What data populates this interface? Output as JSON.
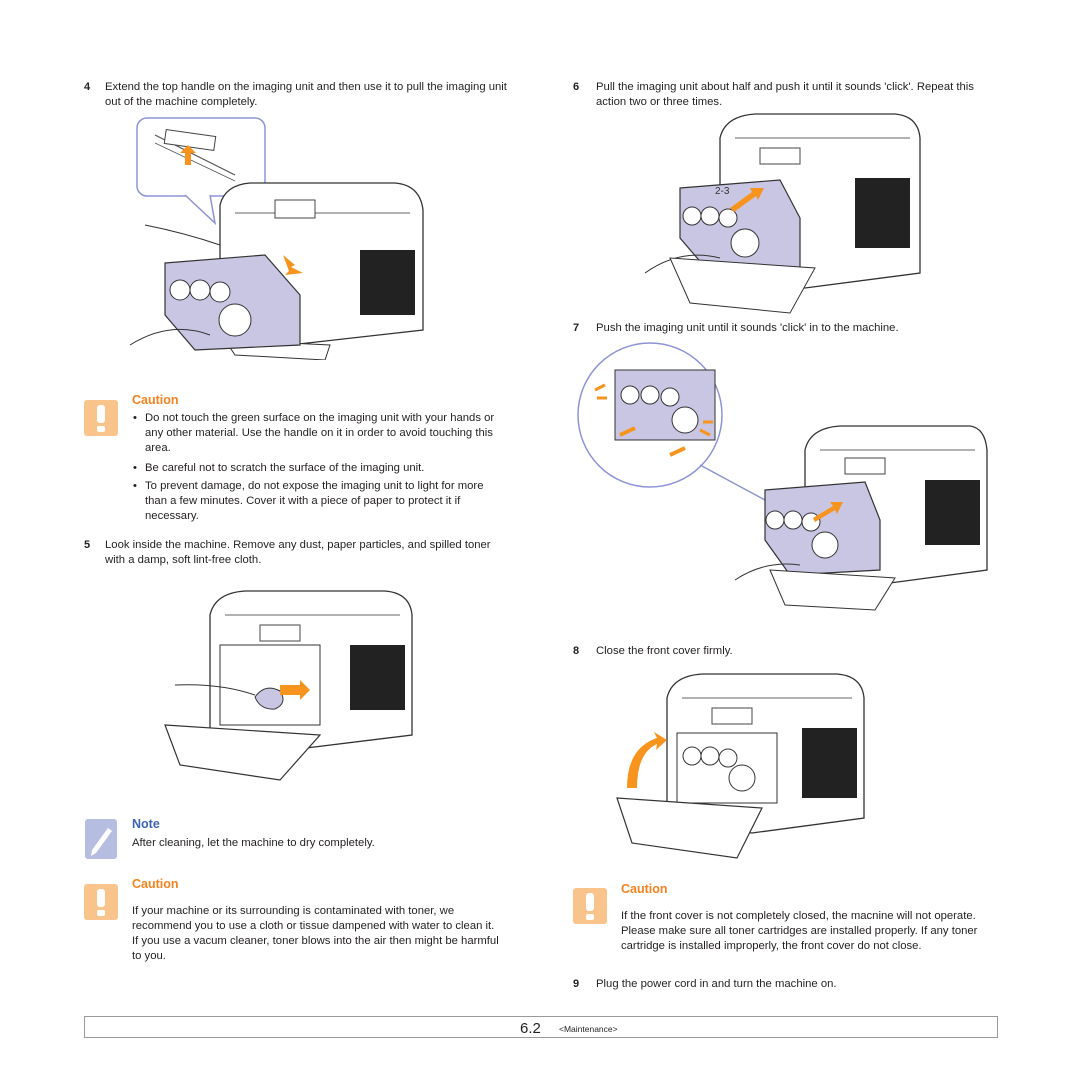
{
  "steps": {
    "s4": {
      "num": "4",
      "text": "Extend the top handle on the imaging unit and then use it to pull the imaging unit out of the machine completely."
    },
    "s5": {
      "num": "5",
      "text": "Look inside the machine. Remove any dust, paper particles, and spilled toner with a damp, soft lint-free cloth."
    },
    "s6": {
      "num": "6",
      "text": "Pull the imaging unit about half and push it until it sounds 'click'. Repeat this action two or three times."
    },
    "s7": {
      "num": "7",
      "text": "Push the imaging unit until it sounds 'click' in to the machine."
    },
    "s8": {
      "num": "8",
      "text": "Close the front cover firmly."
    },
    "s9": {
      "num": "9",
      "text": "Plug the power cord in and turn the machine on."
    }
  },
  "caution1": {
    "title": "Caution",
    "bullets": [
      "Do not touch the green surface on the imaging unit with your hands or any other material. Use the handle on it in order to avoid touching this area.",
      "Be careful not to scratch the surface of the imaging unit.",
      "To prevent damage, do not expose the imaging unit to light for more than a few minutes. Cover it with a piece of paper to protect it if necessary."
    ]
  },
  "note": {
    "title": "Note",
    "text": "After cleaning, let the machine to dry completely."
  },
  "caution2": {
    "title": "Caution",
    "text": "If your machine or its surrounding is contaminated with toner, we recommend you to use a cloth or tissue dampened with water to clean it. If you use a vacum cleaner, toner blows into the air then might be harmful to you."
  },
  "caution3": {
    "title": "Caution",
    "text": "If the front cover is not completely closed, the macnine will not operate. Please make sure all toner cartridges are installed properly. If any toner cartridge is installed improperly, the front cover do not close."
  },
  "illustration": {
    "repeat_label": "2-3"
  },
  "footer": {
    "page": "6.2",
    "section": "<Maintenance>"
  },
  "colors": {
    "caution": "#f58220",
    "note": "#3f64b0",
    "arrow": "#f7941d",
    "unit": "#c9c6e3"
  }
}
